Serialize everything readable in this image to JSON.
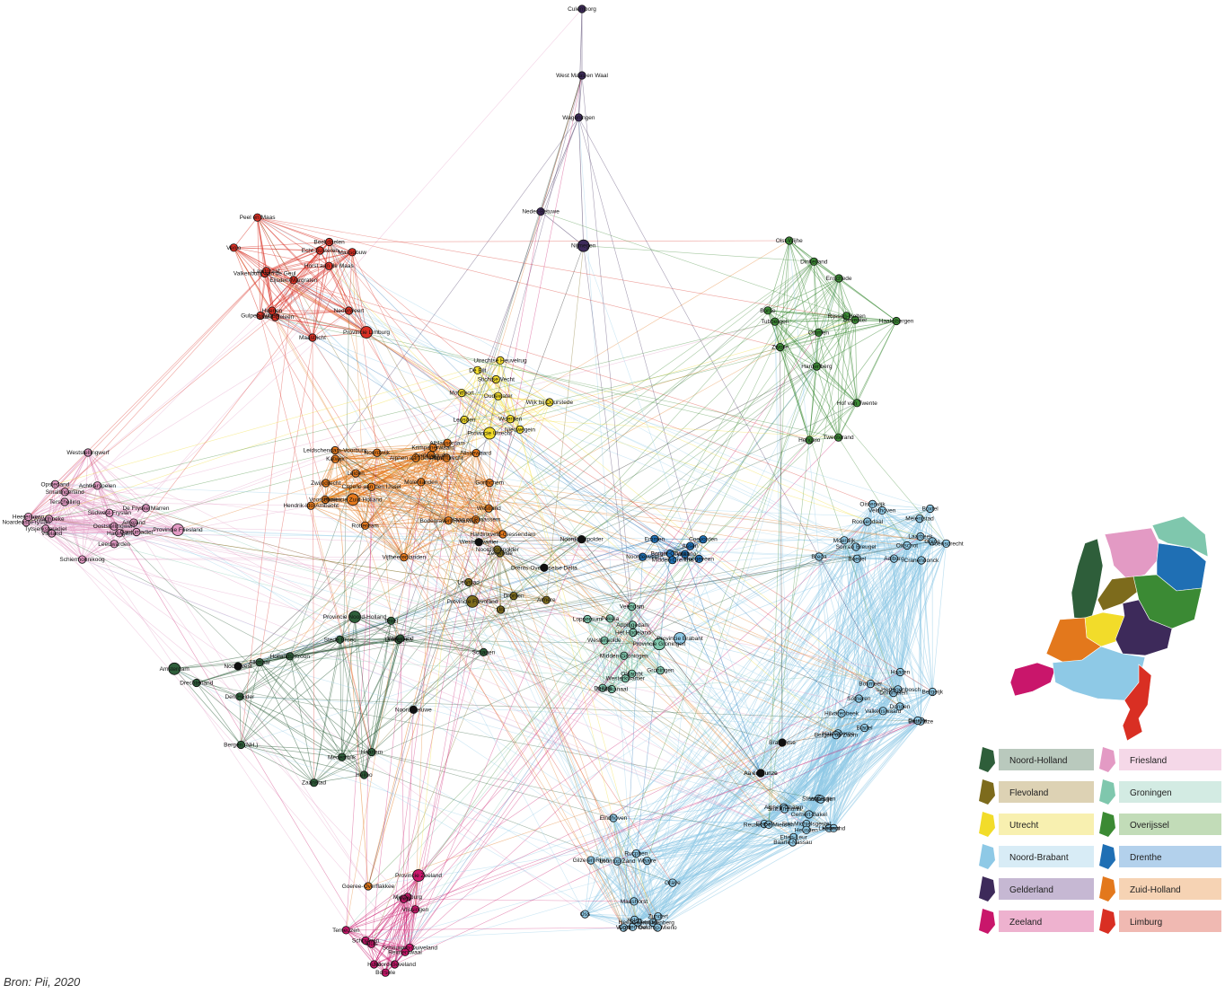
{
  "source": "Bron: Pii, 2020",
  "colors": {
    "noord_holland": "#2e5e3a",
    "friesland": "#e39ac4",
    "flevoland": "#7d6b1c",
    "groningen": "#7fc7ad",
    "utrecht": "#f2dc2a",
    "overijssel": "#3b8a34",
    "noord_brabant": "#8ec9e6",
    "drenthe": "#1f6fb4",
    "gelderland": "#3d2a5a",
    "zuid_holland": "#e3781c",
    "zeeland": "#c9166b",
    "limburg": "#d92f23",
    "hub": "#111111"
  },
  "legend": [
    {
      "label": "Noord-Holland",
      "color": "#2e5e3a",
      "bg": "#b9c9bd"
    },
    {
      "label": "Friesland",
      "color": "#e39ac4",
      "bg": "#f5d8e8"
    },
    {
      "label": "Flevoland",
      "color": "#7d6b1c",
      "bg": "#ddd2b4"
    },
    {
      "label": "Groningen",
      "color": "#7fc7ad",
      "bg": "#d3ebe3"
    },
    {
      "label": "Utrecht",
      "color": "#f2dc2a",
      "bg": "#f8f0b0"
    },
    {
      "label": "Overijssel",
      "color": "#3b8a34",
      "bg": "#c2dcb8"
    },
    {
      "label": "Noord-Brabant",
      "color": "#8ec9e6",
      "bg": "#d8ecf6"
    },
    {
      "label": "Drenthe",
      "color": "#1f6fb4",
      "bg": "#b3d1ec"
    },
    {
      "label": "Gelderland",
      "color": "#3d2a5a",
      "bg": "#c6b8d3"
    },
    {
      "label": "Zuid-Holland",
      "color": "#e3781c",
      "bg": "#f6d3b4"
    },
    {
      "label": "Zeeland",
      "color": "#c9166b",
      "bg": "#eeb2cf"
    },
    {
      "label": "Limburg",
      "color": "#d92f23",
      "bg": "#f0b9b2"
    }
  ],
  "nodes": [
    {
      "label": "Culemborg",
      "p": "gelderland"
    },
    {
      "label": "West Maas en Waal",
      "p": "gelderland"
    },
    {
      "label": "Neder-Betuwe",
      "p": "gelderland"
    },
    {
      "label": "Nijmegen",
      "p": "gelderland"
    },
    {
      "label": "Wageningen",
      "p": "gelderland"
    },
    {
      "label": "Stichtse Vecht",
      "p": "utrecht"
    },
    {
      "label": "Utrechtse Heuvelrug",
      "p": "utrecht"
    },
    {
      "label": "Wijk bij Duurstede",
      "p": "utrecht"
    },
    {
      "label": "Woerden",
      "p": "utrecht"
    },
    {
      "label": "De Bilt",
      "p": "utrecht"
    },
    {
      "label": "Nieuwegein",
      "p": "utrecht"
    },
    {
      "label": "Provincie Utrecht",
      "p": "utrecht"
    },
    {
      "label": "Oudewater",
      "p": "utrecht"
    },
    {
      "label": "Montfoort",
      "p": "utrecht"
    },
    {
      "label": "Leusden",
      "p": "utrecht"
    },
    {
      "label": "Nederweert",
      "p": "limburg"
    },
    {
      "label": "Valkenburg aan de Geul",
      "p": "limburg"
    },
    {
      "label": "Echt-Susteren",
      "p": "limburg"
    },
    {
      "label": "Gulpen-Wittem",
      "p": "limburg"
    },
    {
      "label": "Eijsden-Margraten",
      "p": "limburg"
    },
    {
      "label": "Horst aan de Maas",
      "p": "limburg"
    },
    {
      "label": "Peel en Maas",
      "p": "limburg"
    },
    {
      "label": "Sittard-Geleen",
      "p": "limburg"
    },
    {
      "label": "Maastricht",
      "p": "limburg"
    },
    {
      "label": "Provincie Limburg",
      "p": "limburg"
    },
    {
      "label": "Beekdaelen",
      "p": "limburg"
    },
    {
      "label": "Landgraaf",
      "p": "limburg"
    },
    {
      "label": "Maasgouw",
      "p": "limburg"
    },
    {
      "label": "Heerlen",
      "p": "limburg"
    },
    {
      "label": "Venlo",
      "p": "limburg"
    },
    {
      "label": "Weststellingwerf",
      "p": "friesland"
    },
    {
      "label": "De Fryske Marren",
      "p": "friesland"
    },
    {
      "label": "Smallingerland",
      "p": "friesland"
    },
    {
      "label": "Opsterland",
      "p": "friesland"
    },
    {
      "label": "Leeuwarden",
      "p": "friesland"
    },
    {
      "label": "Súdwest-Fryslân",
      "p": "friesland"
    },
    {
      "label": "Waadhoeke",
      "p": "friesland"
    },
    {
      "label": "Schiermonnikoog",
      "p": "friesland"
    },
    {
      "label": "Ameland",
      "p": "friesland"
    },
    {
      "label": "Vlieland",
      "p": "friesland"
    },
    {
      "label": "Terschelling",
      "p": "friesland"
    },
    {
      "label": "Dantumadiel",
      "p": "friesland"
    },
    {
      "label": "Achtkarspelen",
      "p": "friesland"
    },
    {
      "label": "Tytsjerksteradiel",
      "p": "friesland"
    },
    {
      "label": "Noardeast-Fryslân",
      "p": "friesland"
    },
    {
      "label": "Provincie Friesland",
      "p": "friesland"
    },
    {
      "label": "Harlingen",
      "p": "friesland"
    },
    {
      "label": "Heerenveen",
      "p": "friesland"
    },
    {
      "label": "Ooststellingwerf",
      "p": "friesland"
    },
    {
      "label": "Hardinxveld-Giessendam",
      "p": "zuid_holland"
    },
    {
      "label": "Hendrik-Ido-Ambacht",
      "p": "zuid_holland"
    },
    {
      "label": "Alblasserdam",
      "p": "zuid_holland"
    },
    {
      "label": "Zwijndrecht",
      "p": "zuid_holland"
    },
    {
      "label": "Papendrecht",
      "p": "zuid_holland"
    },
    {
      "label": "Vijfheerenlanden",
      "p": "zuid_holland"
    },
    {
      "label": "Gorinchem",
      "p": "zuid_holland"
    },
    {
      "label": "Molenlanden",
      "p": "zuid_holland"
    },
    {
      "label": "Krimpenerwaard",
      "p": "zuid_holland"
    },
    {
      "label": "Voorschoten",
      "p": "zuid_holland"
    },
    {
      "label": "Zoeterwoude",
      "p": "zuid_holland"
    },
    {
      "label": "Alphen aan den Rijn",
      "p": "zuid_holland"
    },
    {
      "label": "Leiden",
      "p": "zuid_holland"
    },
    {
      "label": "Bodegraven-Reeuwijk",
      "p": "zuid_holland"
    },
    {
      "label": "Provincie Zuid-Holland",
      "p": "zuid_holland"
    },
    {
      "label": "Katwijk",
      "p": "zuid_holland"
    },
    {
      "label": "Kaag en Braassem",
      "p": "zuid_holland"
    },
    {
      "label": "Rotterdam",
      "p": "zuid_holland"
    },
    {
      "label": "Nissewaard",
      "p": "zuid_holland"
    },
    {
      "label": "Westland",
      "p": "zuid_holland"
    },
    {
      "label": "Leidschendam-Voorburg",
      "p": "zuid_holland"
    },
    {
      "label": "Capelle aan den IJssel",
      "p": "zuid_holland"
    },
    {
      "label": "Goeree-Overflakkee",
      "p": "zuid_holland"
    },
    {
      "label": "Noordwijk",
      "p": "zuid_holland"
    },
    {
      "label": "Provincie Zeeland",
      "p": "zeeland"
    },
    {
      "label": "Noord-Beveland",
      "p": "zeeland"
    },
    {
      "label": "Vlissingen",
      "p": "zeeland"
    },
    {
      "label": "Schouwen-Duiveland",
      "p": "zeeland"
    },
    {
      "label": "Reimerswaal",
      "p": "zeeland"
    },
    {
      "label": "Schouwen",
      "p": "zeeland"
    },
    {
      "label": "Terneuzen",
      "p": "zeeland"
    },
    {
      "label": "Sluis",
      "p": "zeeland"
    },
    {
      "label": "Middelburg",
      "p": "zeeland"
    },
    {
      "label": "Veere",
      "p": "zeeland"
    },
    {
      "label": "Hulst",
      "p": "zeeland"
    },
    {
      "label": "Borsele",
      "p": "zeeland"
    },
    {
      "label": "Provincie Brabant",
      "p": "noord_brabant"
    },
    {
      "label": "Breda",
      "p": "noord_brabant"
    },
    {
      "label": "Zundert",
      "p": "noord_brabant"
    },
    {
      "label": "Etten-Leur",
      "p": "noord_brabant"
    },
    {
      "label": "Moerdijk",
      "p": "noord_brabant"
    },
    {
      "label": "Drimmelen",
      "p": "noord_brabant"
    },
    {
      "label": "Oosterhout",
      "p": "noord_brabant"
    },
    {
      "label": "Baarle-Nassau",
      "p": "noord_brabant"
    },
    {
      "label": "Roosendaal",
      "p": "noord_brabant"
    },
    {
      "label": "Halderberge",
      "p": "noord_brabant"
    },
    {
      "label": "Geertruidenberg",
      "p": "noord_brabant"
    },
    {
      "label": "Steenbergen",
      "p": "noord_brabant"
    },
    {
      "label": "Woensdrecht",
      "p": "noord_brabant"
    },
    {
      "label": "Bergen op Zoom",
      "p": "noord_brabant"
    },
    {
      "label": "Rucphen",
      "p": "noord_brabant"
    },
    {
      "label": "Alphen-Chaam",
      "p": "noord_brabant"
    },
    {
      "label": "Aalburg",
      "p": "noord_brabant"
    },
    {
      "label": "'s-Hertogenbosch",
      "p": "noord_brabant"
    },
    {
      "label": "Oss",
      "p": "noord_brabant"
    },
    {
      "label": "Landerd",
      "p": "noord_brabant"
    },
    {
      "label": "Boekel",
      "p": "noord_brabant"
    },
    {
      "label": "Boxmeer",
      "p": "noord_brabant"
    },
    {
      "label": "Maashorst",
      "p": "noord_brabant"
    },
    {
      "label": "Sint Anthonis",
      "p": "noord_brabant"
    },
    {
      "label": "Meierijstad",
      "p": "noord_brabant"
    },
    {
      "label": "Bernheze",
      "p": "noord_brabant"
    },
    {
      "label": "Grave",
      "p": "noord_brabant"
    },
    {
      "label": "Sint-Michielsgestel",
      "p": "noord_brabant"
    },
    {
      "label": "Boxtel",
      "p": "noord_brabant"
    },
    {
      "label": "Haaren",
      "p": "noord_brabant"
    },
    {
      "label": "Vught",
      "p": "noord_brabant"
    },
    {
      "label": "Eindhoven",
      "p": "noord_brabant"
    },
    {
      "label": "Son en Breugel",
      "p": "noord_brabant"
    },
    {
      "label": "Valkenswaard",
      "p": "noord_brabant"
    },
    {
      "label": "Waalre",
      "p": "noord_brabant"
    },
    {
      "label": "Helmond",
      "p": "noord_brabant"
    },
    {
      "label": "Cranendonck",
      "p": "noord_brabant"
    },
    {
      "label": "Someren",
      "p": "noord_brabant"
    },
    {
      "label": "Geldrop-Mierlo",
      "p": "noord_brabant"
    },
    {
      "label": "Gemert-Bakel",
      "p": "noord_brabant"
    },
    {
      "label": "Veldhoven",
      "p": "noord_brabant"
    },
    {
      "label": "Deurne",
      "p": "noord_brabant"
    },
    {
      "label": "Heeze-Leende",
      "p": "noord_brabant"
    },
    {
      "label": "Eersel",
      "p": "noord_brabant"
    },
    {
      "label": "Laarbeek",
      "p": "noord_brabant"
    },
    {
      "label": "Bergeijk",
      "p": "noord_brabant"
    },
    {
      "label": "Asten",
      "p": "noord_brabant"
    },
    {
      "label": "Reusel-De Mierden",
      "p": "noord_brabant"
    },
    {
      "label": "Oirschot",
      "p": "noord_brabant"
    },
    {
      "label": "Bladel",
      "p": "noord_brabant"
    },
    {
      "label": "Loon op Zand",
      "p": "noord_brabant"
    },
    {
      "label": "Heusden",
      "p": "noord_brabant"
    },
    {
      "label": "Goirle",
      "p": "noord_brabant"
    },
    {
      "label": "Dongen",
      "p": "noord_brabant"
    },
    {
      "label": "Gilze en Rijen",
      "p": "noord_brabant"
    },
    {
      "label": "Waalwijk",
      "p": "noord_brabant"
    },
    {
      "label": "Oisterwijk",
      "p": "noord_brabant"
    },
    {
      "label": "Hilvarenbeek",
      "p": "noord_brabant"
    },
    {
      "label": "Het Hogeland",
      "p": "groningen"
    },
    {
      "label": "Midden-Groningen",
      "p": "groningen"
    },
    {
      "label": "Westerkwartier",
      "p": "groningen"
    },
    {
      "label": "Westerwolde",
      "p": "groningen"
    },
    {
      "label": "Veendam",
      "p": "groningen"
    },
    {
      "label": "Oldambt",
      "p": "groningen"
    },
    {
      "label": "Stadskanaal",
      "p": "groningen"
    },
    {
      "label": "Appingedam",
      "p": "groningen"
    },
    {
      "label": "Pekela",
      "p": "groningen"
    },
    {
      "label": "Delfzijl",
      "p": "groningen"
    },
    {
      "label": "Loppersum",
      "p": "groningen"
    },
    {
      "label": "Groningen",
      "p": "groningen"
    },
    {
      "label": "Provincie Groningen",
      "p": "groningen"
    },
    {
      "label": "Noordenveld",
      "p": "drenthe"
    },
    {
      "label": "Borger-Odoorn",
      "p": "drenthe"
    },
    {
      "label": "Midden-Drenthe",
      "p": "drenthe"
    },
    {
      "label": "Coevorden",
      "p": "drenthe"
    },
    {
      "label": "Assen",
      "p": "drenthe"
    },
    {
      "label": "Emmen",
      "p": "drenthe"
    },
    {
      "label": "Hoogeveen",
      "p": "drenthe"
    },
    {
      "label": "Tynaarlo",
      "p": "drenthe"
    },
    {
      "label": "Aa en Hunze",
      "p": "drenthe"
    },
    {
      "label": "Hardenberg",
      "p": "overijssel"
    },
    {
      "label": "Hof van Twente",
      "p": "overijssel"
    },
    {
      "label": "Haaksbergen",
      "p": "overijssel"
    },
    {
      "label": "Enschede",
      "p": "overijssel"
    },
    {
      "label": "Rijssen-Holten",
      "p": "overijssel"
    },
    {
      "label": "Deventer",
      "p": "overijssel"
    },
    {
      "label": "Hengelo",
      "p": "overijssel"
    },
    {
      "label": "Borne",
      "p": "overijssel"
    },
    {
      "label": "Tubbergen",
      "p": "overijssel"
    },
    {
      "label": "Dinkelland",
      "p": "overijssel"
    },
    {
      "label": "Zwolle",
      "p": "overijssel"
    },
    {
      "label": "Twenterand",
      "p": "overijssel"
    },
    {
      "label": "Olst-Wijhe",
      "p": "overijssel"
    },
    {
      "label": "Ommen",
      "p": "overijssel"
    },
    {
      "label": "Almere",
      "p": "flevoland"
    },
    {
      "label": "Lelystad",
      "p": "flevoland"
    },
    {
      "label": "Dronten",
      "p": "flevoland"
    },
    {
      "label": "Zeewolde",
      "p": "flevoland"
    },
    {
      "label": "Urk",
      "p": "flevoland"
    },
    {
      "label": "Noordoostpolder",
      "p": "flevoland"
    },
    {
      "label": "Provincie Flevoland",
      "p": "flevoland"
    },
    {
      "label": "Den Helder",
      "p": "noord_holland"
    },
    {
      "label": "Texel",
      "p": "noord_holland"
    },
    {
      "label": "Medemblik",
      "p": "noord_holland"
    },
    {
      "label": "Drechterland",
      "p": "noord_holland"
    },
    {
      "label": "Stede Broec",
      "p": "noord_holland"
    },
    {
      "label": "Enkhuizen",
      "p": "noord_holland"
    },
    {
      "label": "Hollands Kroon",
      "p": "noord_holland"
    },
    {
      "label": "Schagen",
      "p": "noord_holland"
    },
    {
      "label": "Bergen (NH.)",
      "p": "noord_holland"
    },
    {
      "label": "Heiloo",
      "p": "noord_holland"
    },
    {
      "label": "Alkmaar",
      "p": "noord_holland"
    },
    {
      "label": "Zaanstad",
      "p": "noord_holland"
    },
    {
      "label": "Amsterdam",
      "p": "noord_holland"
    },
    {
      "label": "Haarlem",
      "p": "noord_holland"
    },
    {
      "label": "Waterland",
      "p": "noord_holland"
    },
    {
      "label": "Provincie Noord-Holland",
      "p": "noord_holland"
    },
    {
      "label": "Noordoostpolder",
      "p": "hub"
    },
    {
      "label": "Aa en Hunze",
      "p": "hub"
    },
    {
      "label": "Brabantse",
      "p": "hub"
    },
    {
      "label": "Noord-Veluwe",
      "p": "hub"
    },
    {
      "label": "Drents-Overijsselse Delta",
      "p": "hub"
    },
    {
      "label": "Westerkwartier",
      "p": "hub"
    },
    {
      "label": "Noordwest",
      "p": "hub"
    }
  ]
}
